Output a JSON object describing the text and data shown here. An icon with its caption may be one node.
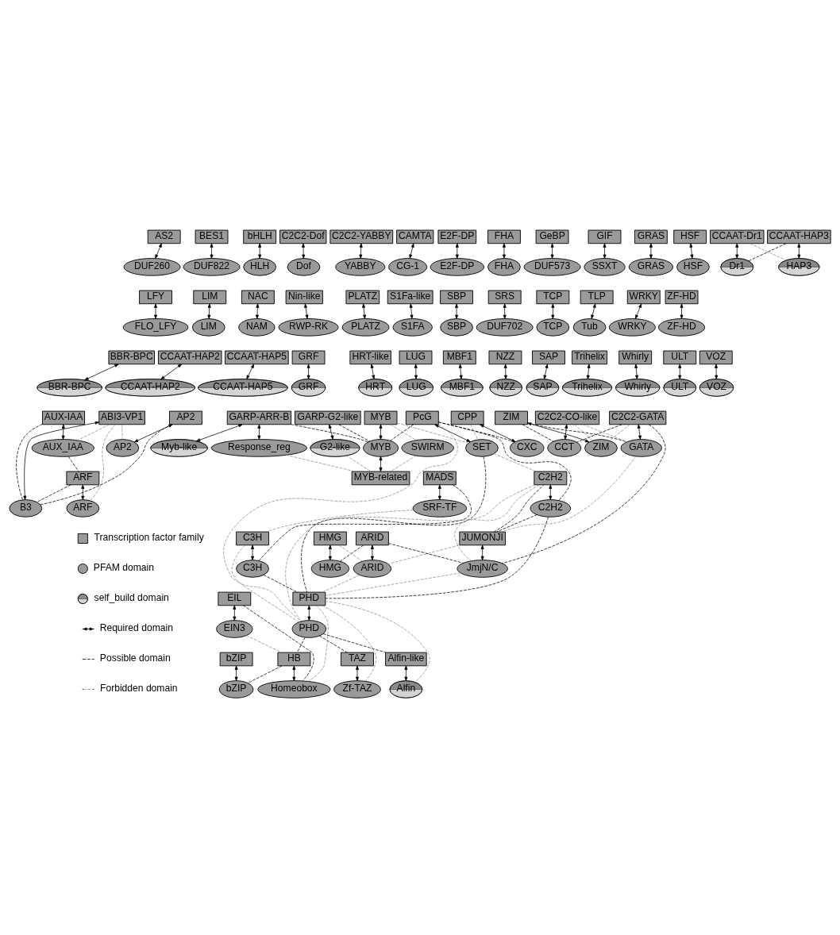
{
  "diagram": {
    "nodes": [
      {
        "text": [
          "AS2"
        ]
      },
      {
        "text": [
          "BES1"
        ]
      },
      {
        "text": [
          "bHLH"
        ]
      },
      {
        "text": [
          "C2C2-Dof"
        ]
      },
      {
        "text": [
          "C2C2-YABBY"
        ]
      },
      {
        "text": [
          "CAMTA"
        ]
      },
      {
        "text": [
          "E2F-DP"
        ]
      },
      {
        "text": [
          "FHA"
        ]
      },
      {
        "text": [
          "GeBP"
        ]
      },
      {
        "text": [
          "GIF"
        ]
      },
      {
        "text": [
          "GRAS"
        ]
      },
      {
        "text": [
          "HSF"
        ]
      },
      {
        "text": [
          "DUF260"
        ]
      },
      {
        "text": [
          "DUF822"
        ]
      },
      {
        "text": [
          "HLH"
        ]
      },
      {
        "text": [
          "Dof"
        ]
      },
      {
        "text": [
          "YABBY"
        ]
      },
      {
        "text": [
          "CG-1"
        ]
      },
      {
        "text": [
          "E2F-DP"
        ]
      },
      {
        "text": [
          "FHA"
        ]
      },
      {
        "text": [
          "DUF573"
        ]
      },
      {
        "text": [
          "SSXT"
        ]
      },
      {
        "text": [
          "GRAS"
        ]
      },
      {
        "text": [
          "HSF"
        ]
      },
      {
        "text": [
          "LFY"
        ]
      },
      {
        "text": [
          "LIM"
        ]
      },
      {
        "text": [
          "NAC"
        ]
      },
      {
        "text": [
          "Nin-like"
        ]
      },
      {
        "text": [
          "PLATZ"
        ]
      },
      {
        "text": [
          "S1Fa-like"
        ]
      },
      {
        "text": [
          "SBP"
        ]
      },
      {
        "text": [
          "SRS"
        ]
      },
      {
        "text": [
          "TCP"
        ]
      },
      {
        "text": [
          "TLP"
        ]
      },
      {
        "text": [
          "WRKY"
        ]
      },
      {
        "text": [
          "ZF-HD"
        ]
      },
      {
        "text": [
          "FLO_LFY"
        ]
      },
      {
        "text": [
          "LIM"
        ]
      },
      {
        "text": [
          "NAM"
        ]
      },
      {
        "text": [
          "RWP-RK"
        ]
      },
      {
        "text": [
          "PLATZ"
        ]
      },
      {
        "text": [
          "S1FA"
        ]
      },
      {
        "text": [
          "SBP"
        ]
      },
      {
        "text": [
          "DUF702"
        ]
      },
      {
        "text": [
          "TCP"
        ]
      },
      {
        "text": [
          "Tub"
        ]
      },
      {
        "text": [
          "WRKY"
        ]
      },
      {
        "text": [
          "ZF-HD"
        ]
      },
      {
        "text": [
          "BBR-BPC"
        ]
      },
      {
        "text": [
          "CCAAT-HAP2"
        ]
      },
      {
        "text": [
          "CCAAT-HAP5"
        ]
      },
      {
        "text": [
          "GRF"
        ]
      },
      {
        "text": [
          "HRT-like"
        ]
      },
      {
        "text": [
          "LUG"
        ]
      },
      {
        "text": [
          "MBF1"
        ]
      },
      {
        "text": [
          "NZZ"
        ]
      },
      {
        "text": [
          "SAP"
        ]
      },
      {
        "text": [
          "Trihelix"
        ]
      },
      {
        "text": [
          "Whirly"
        ]
      },
      {
        "text": [
          "ULT"
        ]
      },
      {
        "text": [
          "VOZ"
        ]
      },
      {
        "text": [
          "BBR-BPC"
        ]
      },
      {
        "text": [
          "CCAAT-HAP2"
        ]
      },
      {
        "text": [
          "CCAAT-HAP5"
        ]
      },
      {
        "text": [
          "GRF"
        ]
      },
      {
        "text": [
          "HRT"
        ]
      },
      {
        "text": [
          "LUG"
        ]
      },
      {
        "text": [
          "MBF1"
        ]
      },
      {
        "text": [
          "NZZ"
        ]
      },
      {
        "text": [
          "SAP"
        ]
      },
      {
        "text": [
          "Trihelix"
        ]
      },
      {
        "text": [
          "Whirly"
        ]
      },
      {
        "text": [
          "ULT"
        ]
      },
      {
        "text": [
          "VOZ"
        ]
      },
      {
        "text": [
          "AUX-IAA"
        ]
      },
      {
        "text": [
          "ABI3-VP1"
        ]
      },
      {
        "text": [
          "AP2"
        ]
      },
      {
        "text": [
          "GARP-ARR-B"
        ]
      },
      {
        "text": [
          "MYB"
        ]
      },
      {
        "text": [
          "PcG"
        ]
      },
      {
        "text": [
          "CPP"
        ]
      },
      {
        "text": [
          "ZIM"
        ]
      },
      {
        "text": [
          "C2C2-GATA"
        ]
      },
      {
        "text": [
          "C2C2-CO-like"
        ]
      },
      {
        "text": [
          "AUX_IAA"
        ]
      },
      {
        "text": [
          "B3"
        ]
      },
      {
        "text": [
          "AP2"
        ]
      },
      {
        "text": [
          "Myb-like"
        ]
      },
      {
        "text": [
          "Response_reg"
        ]
      },
      {
        "text": [
          "SWIRM"
        ]
      },
      {
        "text": [
          "MYB"
        ]
      },
      {
        "text": [
          "SET"
        ]
      },
      {
        "text": [
          "CXC"
        ]
      },
      {
        "text": [
          "ZIM"
        ]
      },
      {
        "text": [
          "GATA"
        ]
      },
      {
        "text": [
          "CCT"
        ]
      },
      {
        "text": [
          "ARF"
        ]
      },
      {
        "text": [
          "CCAAT-Dr1"
        ]
      },
      {
        "text": [
          "CCAAT-HAP3"
        ]
      },
      {
        "text": [
          "GARP-G2-like"
        ]
      },
      {
        "text": [
          "MYB-related"
        ]
      },
      {
        "text": [
          "JUMONJI"
        ]
      },
      {
        "text": [
          "ARID"
        ]
      },
      {
        "text": [
          "HMG"
        ]
      },
      {
        "text": [
          "EIL"
        ]
      },
      {
        "text": [
          "ARF"
        ]
      },
      {
        "text": [
          "Dr1"
        ]
      },
      {
        "text": [
          "HAP3"
        ]
      },
      {
        "text": [
          "G2-like"
        ]
      },
      {
        "text": [
          "SRF-TF"
        ]
      },
      {
        "text": [
          "C3H"
        ]
      },
      {
        "text": [
          "C2H2"
        ]
      },
      {
        "text": [
          "PHD"
        ]
      },
      {
        "text": [
          "JmjN/C"
        ]
      },
      {
        "text": [
          "ARID"
        ]
      },
      {
        "text": [
          "HMG"
        ]
      },
      {
        "text": [
          "EIN3"
        ]
      },
      {
        "text": [
          "MADS"
        ]
      },
      {
        "text": [
          "C3H"
        ]
      },
      {
        "text": [
          "C2H2"
        ]
      },
      {
        "text": [
          "PHD"
        ]
      },
      {
        "text": [
          "Alfin-like"
        ]
      },
      {
        "text": [
          "TAZ"
        ]
      },
      {
        "text": [
          "HB"
        ]
      },
      {
        "text": [
          "bZIP"
        ]
      },
      {
        "text": [
          "Alfin"
        ]
      },
      {
        "text": [
          "Zf-TAZ"
        ]
      },
      {
        "text": [
          "Homeobox"
        ]
      },
      {
        "text": [
          "bZIP"
        ]
      }
    ],
    "edges": [
      {
        "from": 0,
        "to": 12,
        "arrow": "both"
      },
      {
        "from": 1,
        "to": 13,
        "arrow": "both"
      },
      {
        "from": 2,
        "to": 14,
        "arrow": "both"
      },
      {
        "from": 3,
        "to": 15,
        "arrow": "both"
      },
      {
        "from": 4,
        "to": 16,
        "arrow": "both"
      },
      {
        "from": 5,
        "to": 17,
        "arrow": "both"
      },
      {
        "from": 6,
        "to": 18,
        "arrow": "both"
      },
      {
        "from": 7,
        "to": 19,
        "arrow": "both"
      },
      {
        "from": 8,
        "to": 20,
        "arrow": "both"
      },
      {
        "from": 9,
        "to": 21,
        "arrow": "both"
      },
      {
        "from": 10,
        "to": 22,
        "arrow": "both"
      },
      {
        "from": 11,
        "to": 23,
        "arrow": "both"
      },
      {
        "from": 24,
        "to": 36,
        "arrow": "both"
      },
      {
        "from": 25,
        "to": 37,
        "arrow": "both"
      },
      {
        "from": 26,
        "to": 38,
        "arrow": "both"
      },
      {
        "from": 27,
        "to": 39,
        "arrow": "both"
      },
      {
        "from": 28,
        "to": 40,
        "arrow": "both"
      },
      {
        "from": 29,
        "to": 41,
        "arrow": "both"
      },
      {
        "from": 30,
        "to": 42,
        "arrow": "both"
      },
      {
        "from": 31,
        "to": 43,
        "arrow": "both"
      },
      {
        "from": 32,
        "to": 44,
        "arrow": "both"
      },
      {
        "from": 33,
        "to": 45,
        "arrow": "both"
      },
      {
        "from": 34,
        "to": 46,
        "arrow": "both"
      },
      {
        "from": 35,
        "to": 47,
        "arrow": "both"
      },
      {
        "from": 48,
        "to": 61,
        "arrow": "both"
      },
      {
        "from": 49,
        "to": 62,
        "arrow": "both"
      },
      {
        "from": 50,
        "to": 63,
        "arrow": "both"
      },
      {
        "from": 51,
        "to": 64,
        "arrow": "both"
      },
      {
        "from": 52,
        "to": 65,
        "arrow": "both"
      },
      {
        "from": 53,
        "to": 66,
        "arrow": "both"
      },
      {
        "from": 54,
        "to": 67,
        "arrow": "both"
      },
      {
        "from": 55,
        "to": 68,
        "arrow": "both"
      },
      {
        "from": 56,
        "to": 69,
        "arrow": "both"
      },
      {
        "from": 57,
        "to": 70,
        "arrow": "both"
      },
      {
        "from": 58,
        "to": 71,
        "arrow": "both"
      },
      {
        "from": 59,
        "to": 72,
        "arrow": "both"
      },
      {
        "from": 60,
        "to": 73,
        "arrow": "both"
      },
      {
        "from": 74,
        "to": 84,
        "arrow": "both"
      },
      {
        "from": 74,
        "to": 85,
        "arrow": "none",
        "style": "dashed"
      },
      {
        "from": 75,
        "to": 84,
        "arrow": "none",
        "style": "dashed",
        "color": "#8c8c8c"
      },
      {
        "from": 75,
        "to": 85,
        "arrow": "both"
      },
      {
        "from": 75,
        "to": 86,
        "arrow": "none",
        "style": "dashed",
        "color": "#8c8c8c"
      },
      {
        "from": 75,
        "to": 105,
        "arrow": "none",
        "style": "dashed",
        "color": "#8c8c8c"
      },
      {
        "from": 76,
        "to": 85,
        "arrow": "none",
        "style": "dashed"
      },
      {
        "from": 76,
        "to": 86,
        "arrow": "both"
      },
      {
        "from": 84,
        "to": 96,
        "arrow": "none",
        "style": "dashed"
      },
      {
        "from": 96,
        "to": 85,
        "arrow": "none",
        "style": "dashed"
      },
      {
        "from": 96,
        "to": 105,
        "arrow": "both"
      },
      {
        "from": 77,
        "to": 87,
        "arrow": "both"
      },
      {
        "from": 77,
        "to": 88,
        "arrow": "both"
      },
      {
        "from": 77,
        "to": 90,
        "arrow": "none",
        "style": "dashed"
      },
      {
        "from": 88,
        "to": 100,
        "arrow": "none",
        "style": "dashed",
        "color": "#8c8c8c"
      },
      {
        "from": 78,
        "to": 89,
        "arrow": "none",
        "style": "dashed",
        "color": "#8c8c8c"
      },
      {
        "from": 89,
        "to": 100,
        "arrow": "none",
        "style": "dashed",
        "color": "#8c8c8c"
      },
      {
        "from": 78,
        "to": 90,
        "arrow": "both"
      },
      {
        "from": 78,
        "to": 91,
        "arrow": "none",
        "style": "dashed",
        "color": "#8c8c8c"
      },
      {
        "from": 90,
        "to": 100,
        "arrow": "both"
      },
      {
        "from": 79,
        "to": 90,
        "arrow": "none",
        "style": "dashed"
      },
      {
        "from": 99,
        "to": 90,
        "arrow": "none",
        "style": "dashed"
      },
      {
        "from": 99,
        "to": 108,
        "arrow": "both"
      },
      {
        "from": 108,
        "to": 100,
        "arrow": "none",
        "style": "dashed",
        "color": "#8c8c8c"
      },
      {
        "from": 79,
        "to": 91,
        "arrow": "both"
      },
      {
        "from": 79,
        "to": 92,
        "arrow": "none",
        "style": "dashed"
      },
      {
        "from": 79,
        "to": 111,
        "arrow": "none",
        "style": "dashed"
      },
      {
        "from": 79,
        "to": 112,
        "arrow": "none",
        "style": "dashed",
        "color": "#8c8c8c"
      },
      {
        "from": 80,
        "to": 91,
        "arrow": "none",
        "style": "dashed",
        "color": "#8c8c8c"
      },
      {
        "from": 80,
        "to": 92,
        "arrow": "both"
      },
      {
        "from": 91,
        "to": 119,
        "arrow": "none",
        "style": "dashed",
        "color": "#8c8c8c"
      },
      {
        "from": 91,
        "to": 120,
        "arrow": "none",
        "style": "dashed"
      },
      {
        "from": 97,
        "to": 106,
        "arrow": "both"
      },
      {
        "from": 97,
        "to": 107,
        "arrow": "none",
        "style": "dashed",
        "color": "#8c8c8c"
      },
      {
        "from": 98,
        "to": 106,
        "arrow": "none",
        "style": "dashed"
      },
      {
        "from": 98,
        "to": 107,
        "arrow": "both"
      },
      {
        "from": 81,
        "to": 93,
        "arrow": "both"
      },
      {
        "from": 81,
        "to": 94,
        "arrow": "none",
        "style": "dashed"
      },
      {
        "from": 81,
        "to": 95,
        "arrow": "none",
        "style": "dashed"
      },
      {
        "from": 82,
        "to": 93,
        "arrow": "none",
        "style": "dashed",
        "color": "#8c8c8c"
      },
      {
        "from": 82,
        "to": 94,
        "arrow": "both"
      },
      {
        "from": 82,
        "to": 95,
        "arrow": "none",
        "style": "dashed"
      },
      {
        "from": 82,
        "to": 113,
        "arrow": "none",
        "style": "dashed"
      },
      {
        "from": 83,
        "to": 93,
        "arrow": "none",
        "style": "dashed",
        "color": "#8c8c8c"
      },
      {
        "from": 83,
        "to": 94,
        "arrow": "none",
        "style": "dashed",
        "color": "#8c8c8c"
      },
      {
        "from": 83,
        "to": 95,
        "arrow": "both"
      },
      {
        "from": 94,
        "to": 101,
        "arrow": "none",
        "style": "dashed",
        "color": "#8c8c8c"
      },
      {
        "from": 101,
        "to": 113,
        "arrow": "both"
      },
      {
        "from": 101,
        "to": 114,
        "arrow": "none",
        "style": "dashed",
        "color": "#8c8c8c"
      },
      {
        "from": 101,
        "to": 119,
        "arrow": "none",
        "style": "dashed"
      },
      {
        "from": 111,
        "to": 101,
        "arrow": "none",
        "style": "dashed"
      },
      {
        "from": 102,
        "to": 113,
        "arrow": "none",
        "style": "dashed"
      },
      {
        "from": 102,
        "to": 114,
        "arrow": "both"
      },
      {
        "from": 102,
        "to": 115,
        "arrow": "none",
        "style": "dashed"
      },
      {
        "from": 103,
        "to": 114,
        "arrow": "none",
        "style": "dashed",
        "color": "#8c8c8c"
      },
      {
        "from": 103,
        "to": 115,
        "arrow": "both"
      },
      {
        "from": 104,
        "to": 116,
        "arrow": "both"
      },
      {
        "from": 104,
        "to": 127,
        "arrow": "none",
        "style": "dashed"
      },
      {
        "from": 116,
        "to": 123,
        "arrow": "none",
        "style": "dashed",
        "color": "#8c8c8c"
      },
      {
        "from": 117,
        "to": 109,
        "arrow": "both"
      },
      {
        "from": 117,
        "to": 110,
        "arrow": "none",
        "style": "dashed"
      },
      {
        "from": 109,
        "to": 118,
        "arrow": "none",
        "style": "dashed",
        "color": "#8c8c8c"
      },
      {
        "from": 118,
        "to": 110,
        "arrow": "both"
      },
      {
        "from": 110,
        "to": 120,
        "arrow": "none",
        "style": "dashed"
      },
      {
        "from": 118,
        "to": 112,
        "arrow": "none",
        "style": "dashed",
        "color": "#8c8c8c"
      },
      {
        "from": 119,
        "to": 111,
        "arrow": "both"
      },
      {
        "from": 111,
        "to": 120,
        "arrow": "none",
        "style": "dashed"
      },
      {
        "from": 119,
        "to": 112,
        "arrow": "none",
        "style": "dashed",
        "color": "#8c8c8c"
      },
      {
        "from": 119,
        "to": 113,
        "arrow": "none",
        "style": "dashed",
        "color": "#8c8c8c"
      },
      {
        "from": 120,
        "to": 112,
        "arrow": "both"
      },
      {
        "from": 113,
        "to": 120,
        "arrow": "none",
        "style": "dashed",
        "color": "#8c8c8c"
      },
      {
        "from": 114,
        "to": 120,
        "arrow": "none",
        "style": "dashed",
        "color": "#8c8c8c"
      },
      {
        "from": 112,
        "to": 121,
        "arrow": "none",
        "style": "dashed"
      },
      {
        "from": 112,
        "to": 122,
        "arrow": "none",
        "style": "dashed"
      },
      {
        "from": 112,
        "to": 123,
        "arrow": "none",
        "style": "dashed"
      },
      {
        "from": 120,
        "to": 125,
        "arrow": "none",
        "style": "dashed",
        "color": "#8c8c8c"
      },
      {
        "from": 120,
        "to": 126,
        "arrow": "none",
        "style": "dashed",
        "color": "#8c8c8c"
      },
      {
        "from": 120,
        "to": 127,
        "arrow": "none",
        "style": "dashed",
        "color": "#8c8c8c"
      },
      {
        "from": 121,
        "to": 125,
        "arrow": "both"
      },
      {
        "from": 122,
        "to": 126,
        "arrow": "both"
      },
      {
        "from": 123,
        "to": 127,
        "arrow": "both"
      },
      {
        "from": 123,
        "to": 128,
        "arrow": "none",
        "style": "dashed"
      },
      {
        "from": 124,
        "to": 128,
        "arrow": "both"
      }
    ],
    "legend": [
      {
        "text": "Transcription factor family"
      },
      {
        "text": "PFAM domain"
      },
      {
        "text": "self_build domain"
      },
      {
        "text": "Required domain"
      },
      {
        "text": "Possible domain"
      },
      {
        "text": "Forbidden domain"
      }
    ]
  }
}
